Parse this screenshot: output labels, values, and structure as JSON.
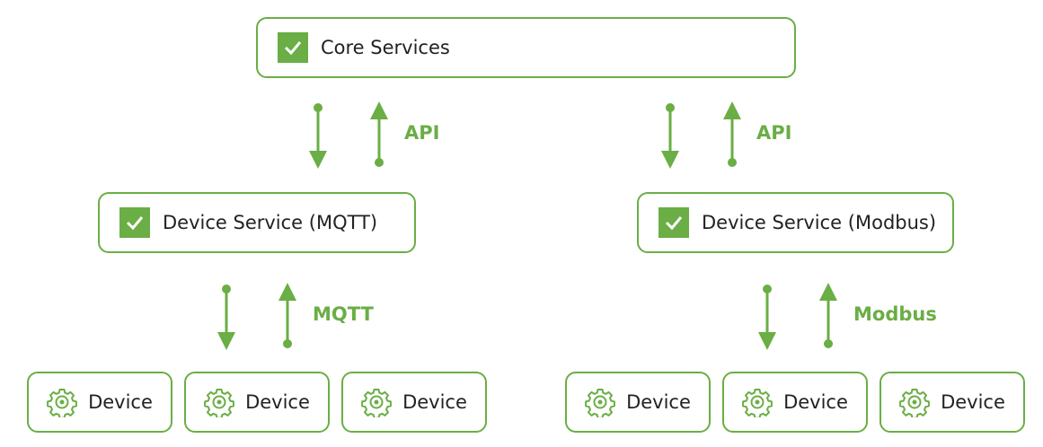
{
  "core": {
    "label": "Core Services"
  },
  "services": [
    {
      "label": "Device Service (MQTT)",
      "protocol": "MQTT",
      "api": "API",
      "devices": [
        "Device",
        "Device",
        "Device"
      ]
    },
    {
      "label": "Device Service (Modbus)",
      "protocol": "Modbus",
      "api": "API",
      "devices": [
        "Device",
        "Device",
        "Device"
      ]
    }
  ],
  "icons": {
    "status": "check-icon",
    "device": "gear-icon"
  },
  "colors": {
    "accent": "#6aae45",
    "text": "#222222",
    "background": "#ffffff"
  }
}
